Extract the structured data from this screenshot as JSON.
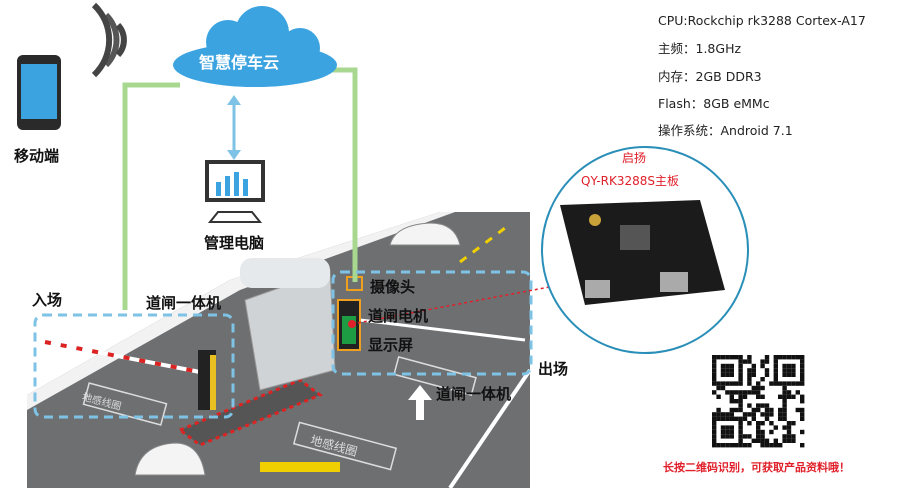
{
  "cloud": {
    "label": "智慧停车云"
  },
  "mobile": {
    "label": "移动端"
  },
  "pc": {
    "label": "管理电脑"
  },
  "entrance": {
    "label": "入场",
    "device_label": "道闸一体机"
  },
  "exit": {
    "label": "出场",
    "device_label": "道闸一体机"
  },
  "components": {
    "camera": "摄像头",
    "motor": "道闸电机",
    "display": "显示屏"
  },
  "ground_loop": "地感线圈",
  "specs": [
    "CPU:Rockchip rk3288 Cortex-A17",
    "主频：1.8GHz",
    "内存：2GB DDR3",
    "Flash：8GB eMMc",
    "操作系统：Android 7.1"
  ],
  "board": {
    "brand": "启扬",
    "model": "QY-RK3288S主板"
  },
  "qr": {
    "caption": "长按二维码识别，可获取产品资料哦！"
  },
  "colors": {
    "link_line": "#a8d88f",
    "cloud": "#3ba3e0",
    "dashed_box": "#7ec3e6",
    "accent_red": "#e0202a",
    "circle": "#2a8fb8"
  }
}
